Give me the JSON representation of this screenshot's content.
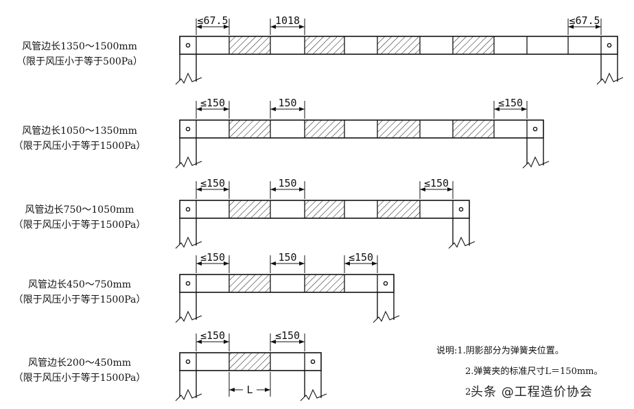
{
  "rows": [
    {
      "label_line1": "风管边长1350～1500mm",
      "label_line2": "（限于风压小于等于500Pa）",
      "dim_left": "≤67.5",
      "dim_mid": "1018",
      "dim_right": "≤67.5"
    },
    {
      "label_line1": "风管边长1050～1350mm",
      "label_line2": "（限于风压小于等于1500Pa）",
      "dim_left": "≤150",
      "dim_mid": "150",
      "dim_right": "≤150"
    },
    {
      "label_line1": "风管边长750～1050mm",
      "label_line2": "（限于风压小于等于1500Pa）",
      "dim_left": "≤150",
      "dim_mid": "150",
      "dim_right": "≤150"
    },
    {
      "label_line1": "风管边长450～750mm",
      "label_line2": "（限于风压小于等于1500Pa）",
      "dim_left": "≤150",
      "dim_mid": "150",
      "dim_right": "≤150"
    },
    {
      "label_line1": "风管边长200～450mm",
      "label_line2": "（限于风压小于等于1500Pa）",
      "dim_left": "≤150",
      "dim_mid": "≤150",
      "dim_bottom": "L"
    }
  ],
  "notes": {
    "line1": "说明:1.阴影部分为弹簧夹位置。",
    "line2": "2.弹簧夹的标准尺寸L＝150mm。",
    "line3": "2."
  },
  "watermark": "头条 @工程造价协会"
}
